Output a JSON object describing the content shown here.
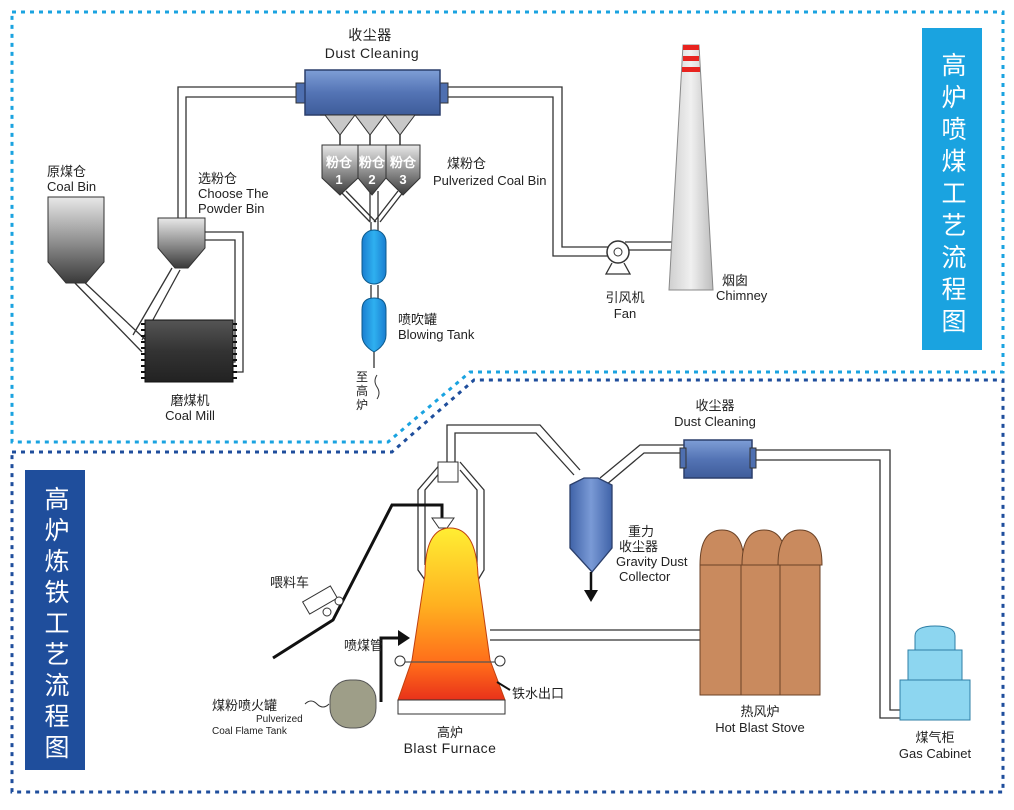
{
  "top_section": {
    "title": "高炉喷煤工艺流程图",
    "dust_cleaning": {
      "cn": "收尘器",
      "en": "Dust Cleaning"
    },
    "coal_bin": {
      "cn": "原煤仓",
      "en": "Coal Bin"
    },
    "powder_bin": {
      "cn": "选粉仓",
      "en1": "Choose The",
      "en2": "Powder Bin"
    },
    "pulverized_coal_bin": {
      "cn": "煤粉仓",
      "en": "Pulverized Coal Bin"
    },
    "bins": [
      {
        "cn": "粉仓",
        "num": "1"
      },
      {
        "cn": "粉仓",
        "num": "2"
      },
      {
        "cn": "粉仓",
        "num": "3"
      }
    ],
    "blowing_tank": {
      "cn": "喷吹罐",
      "en": "Blowing Tank"
    },
    "to_furnace": "至高炉",
    "coal_mill": {
      "cn": "磨煤机",
      "en": "Coal Mill"
    },
    "fan": {
      "cn": "引风机",
      "en": "Fan"
    },
    "chimney": {
      "cn": "烟囱",
      "en": "Chimney"
    }
  },
  "bottom_section": {
    "title": "高炉炼铁工艺流程图",
    "dust_cleaning": {
      "cn": "收尘器",
      "en": "Dust Cleaning"
    },
    "gravity_collector": {
      "cn1": "重力",
      "cn2": "收尘器",
      "en1": "Gravity Dust",
      "en2": "Collector"
    },
    "feed_car": {
      "cn": "喂料车"
    },
    "coal_pipe": {
      "cn": "喷煤管"
    },
    "iron_outlet": {
      "cn": "铁水出口"
    },
    "flame_tank": {
      "cn": "煤粉喷火罐",
      "en1": "Pulverized",
      "en2": "Coal Flame Tank"
    },
    "blast_furnace": {
      "cn": "高炉",
      "en": "Blast Furnace"
    },
    "hot_blast_stove": {
      "cn": "热风炉",
      "en": "Hot Blast Stove"
    },
    "gas_cabinet": {
      "cn": "煤气柜",
      "en": "Gas Cabinet"
    }
  },
  "colors": {
    "top_banner": "#1aa3e0",
    "bottom_banner": "#1f4e9c",
    "dust_cleaner": "#5a7fbf",
    "blowing_tank": "#1e9ae0",
    "stove": "#c98a5e",
    "gas_cabinet": "#8dd6f0"
  }
}
